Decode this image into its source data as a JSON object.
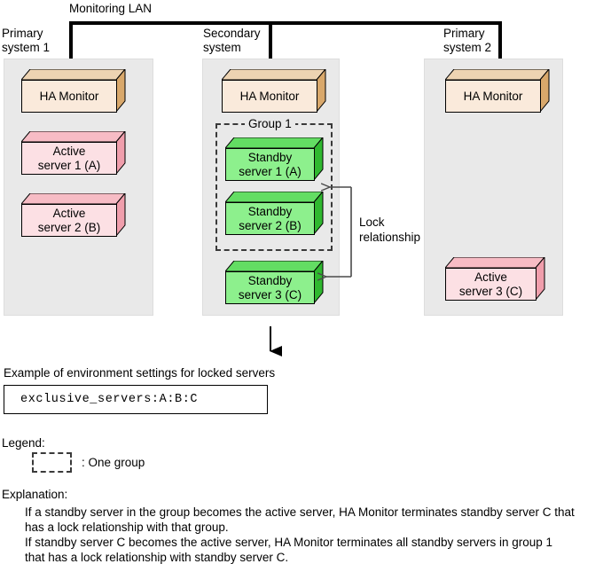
{
  "diagram": {
    "lan_label": "Monitoring LAN",
    "systems": [
      {
        "id": "primary-1",
        "title_line1": "Primary",
        "title_line2": "system 1",
        "boxes": [
          {
            "id": "ha-monitor-1",
            "line1": "HA Monitor",
            "line2": "",
            "color": "tan"
          },
          {
            "id": "active-server-1",
            "line1": "Active",
            "line2": "server 1 (A)",
            "color": "pink"
          },
          {
            "id": "active-server-2",
            "line1": "Active",
            "line2": "server 2 (B)",
            "color": "pink"
          }
        ]
      },
      {
        "id": "secondary",
        "title_line1": "Secondary",
        "title_line2": "system",
        "group_label": "Group 1",
        "boxes": [
          {
            "id": "ha-monitor-2",
            "line1": "HA Monitor",
            "line2": "",
            "color": "tan"
          },
          {
            "id": "standby-server-1",
            "line1": "Standby",
            "line2": "server 1 (A)",
            "color": "green"
          },
          {
            "id": "standby-server-2",
            "line1": "Standby",
            "line2": "server 2 (B)",
            "color": "green"
          },
          {
            "id": "standby-server-3",
            "line1": "Standby",
            "line2": "server 3 (C)",
            "color": "green"
          }
        ]
      },
      {
        "id": "primary-2",
        "title_line1": "Primary",
        "title_line2": "system 2",
        "boxes": [
          {
            "id": "ha-monitor-3",
            "line1": "HA Monitor",
            "line2": "",
            "color": "tan"
          },
          {
            "id": "active-server-3",
            "line1": "Active",
            "line2": "server 3 (C)",
            "color": "pink"
          }
        ]
      }
    ],
    "lock_label_line1": "Lock",
    "lock_label_line2": "relationship"
  },
  "settings": {
    "caption": "Example of environment settings for locked servers",
    "config_value": "exclusive_servers:A:B:C"
  },
  "legend": {
    "heading": "Legend:",
    "item_label": ": One group"
  },
  "explanation": {
    "heading": "Explanation:",
    "lines": [
      "If a standby server in the group becomes the active server, HA Monitor terminates standby server C that",
      "has a lock relationship with that group.",
      "If standby server C becomes the active server, HA Monitor terminates all standby servers in group 1",
      "that has a lock relationship with standby server C."
    ]
  },
  "colors": {
    "tan_face": "#faeadb",
    "tan_side": "#d9a86b",
    "tan_top": "#edd3b2",
    "pink_face": "#fce0e4",
    "pink_side": "#f09eac",
    "pink_top": "#f7bcc5",
    "green_face": "#8df08d",
    "green_side": "#2fb82f",
    "green_top": "#63dd63",
    "panel_bg": "#e9e9e9",
    "line": "#000000"
  }
}
